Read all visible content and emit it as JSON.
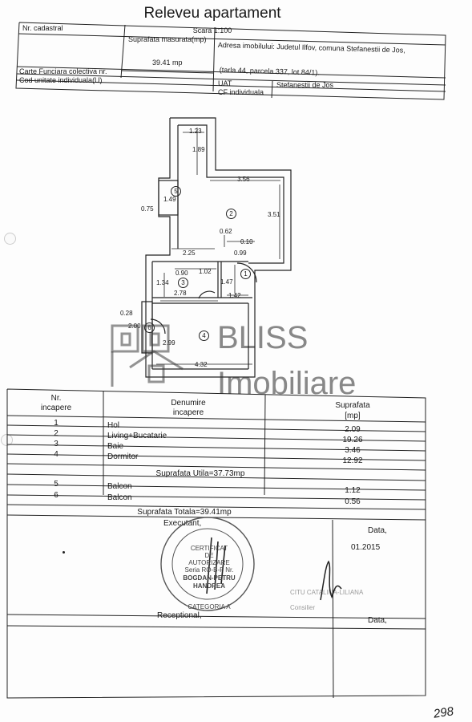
{
  "title": "Releveu apartament",
  "scale": "Scara 1:100",
  "header": {
    "nr_cadastral_label": "Nr. cadastral",
    "suprafata_label": "Suprafata masurata(mp)",
    "suprafata_value": "39.41 mp",
    "adresa_label": "Adresa imobilului: Judetul Ilfov, comuna Stefanestii de Jos,",
    "adresa_cont": "(tarla 44, parcela 337, lot 84/1).",
    "carte_funciara_label": "Carte Funciara colectiva nr.",
    "cod_unitate_label": "Cod unitate individuala(U)",
    "uat_label": "UAT",
    "uat_value": "Stefanestii de Jos",
    "cf_label": "CF individuala"
  },
  "plan": {
    "dims": [
      "1.23",
      "1.89",
      "3.56",
      "1.49",
      "0.75",
      "3.51",
      "0.62",
      "0.10",
      "0.99",
      "2.25",
      "0.90",
      "1.02",
      "1.34",
      "1.47",
      "2.78",
      "1.42",
      "0.28",
      "2.00",
      "2.99",
      "4.32"
    ],
    "room_numbers": [
      "1",
      "2",
      "3",
      "4",
      "5",
      "6"
    ]
  },
  "watermark": {
    "brand": "BLISS",
    "sub": "Imobiliare"
  },
  "rooms_table": {
    "headers": {
      "nr": "Nr.",
      "nr2": "incapere",
      "denumire": "Denumire",
      "denumire2": "incapere",
      "suprafata": "Suprafata",
      "unit": "[mp]"
    },
    "rows": [
      {
        "nr": "1",
        "name": "Hol",
        "area": "2.09"
      },
      {
        "nr": "2",
        "name": "Living+Bucatarie",
        "area": "19.26"
      },
      {
        "nr": "3",
        "name": "Baie",
        "area": "3.46"
      },
      {
        "nr": "4",
        "name": "Dormitor",
        "area": "12.92"
      }
    ],
    "utila": "Suprafata Utila=37.73mp",
    "balcony_rows": [
      {
        "nr": "5",
        "name": "Balcon",
        "area": "1.12"
      },
      {
        "nr": "6",
        "name": "Balcon",
        "area": "0.56"
      }
    ],
    "totala": "Suprafata Totala=39.41mp"
  },
  "footer": {
    "executant_label": "Executant,",
    "data_label": "Data,",
    "data_value": "01.2015",
    "receptional_label": "Receptional,",
    "data_label2": "Data,",
    "stamp": {
      "l1": "CERTIFICAT",
      "l2": "DE",
      "l3": "AUTORIZARE",
      "l4": "Seria RO-B-F Nr.",
      "l5": "BOGDAN-PETRU",
      "l6": "HANDREA",
      "l7": "CATEGORIA A"
    },
    "stamp2": {
      "l1": "CITU CATALINA-LILIANA",
      "l2": "Consilier"
    },
    "page_number": "298"
  }
}
